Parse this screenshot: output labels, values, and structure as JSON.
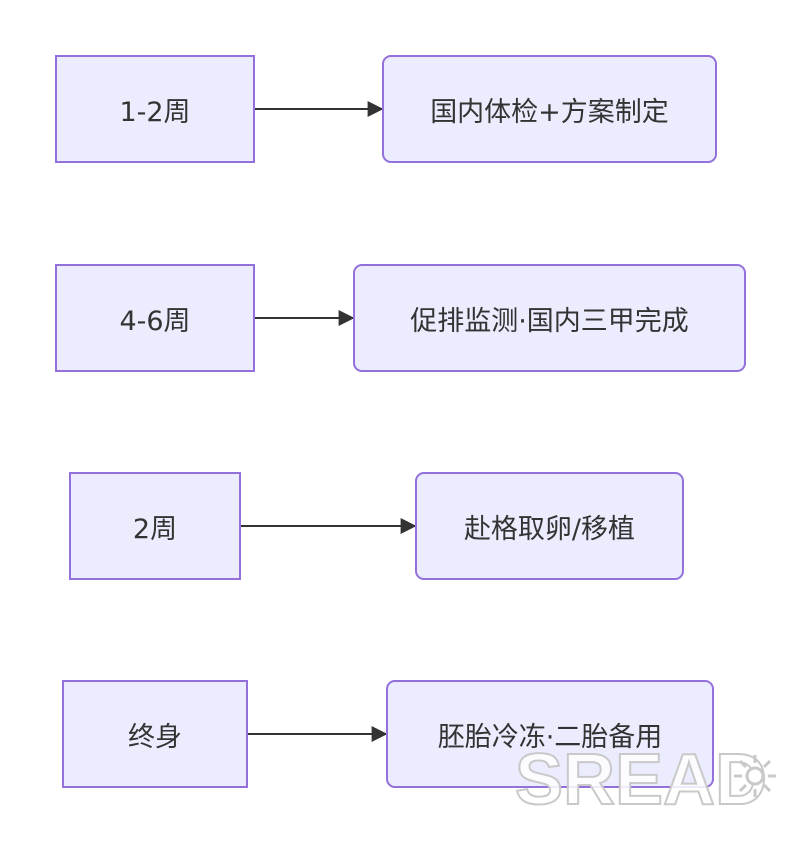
{
  "diagram": {
    "rows": [
      {
        "stage": "1-2周",
        "task": "国内体检+方案制定"
      },
      {
        "stage": "4-6周",
        "task": "促排监测·国内三甲完成"
      },
      {
        "stage": "2周",
        "task": "赴格取卵/移植"
      },
      {
        "stage": "终身",
        "task": "胚胎冷冻·二胎备用"
      }
    ]
  },
  "colors": {
    "node_fill": "#ececff",
    "node_border": "#9370db",
    "edge": "#333333",
    "text": "#333333"
  },
  "watermark": {
    "logo_text": "SREAD"
  }
}
